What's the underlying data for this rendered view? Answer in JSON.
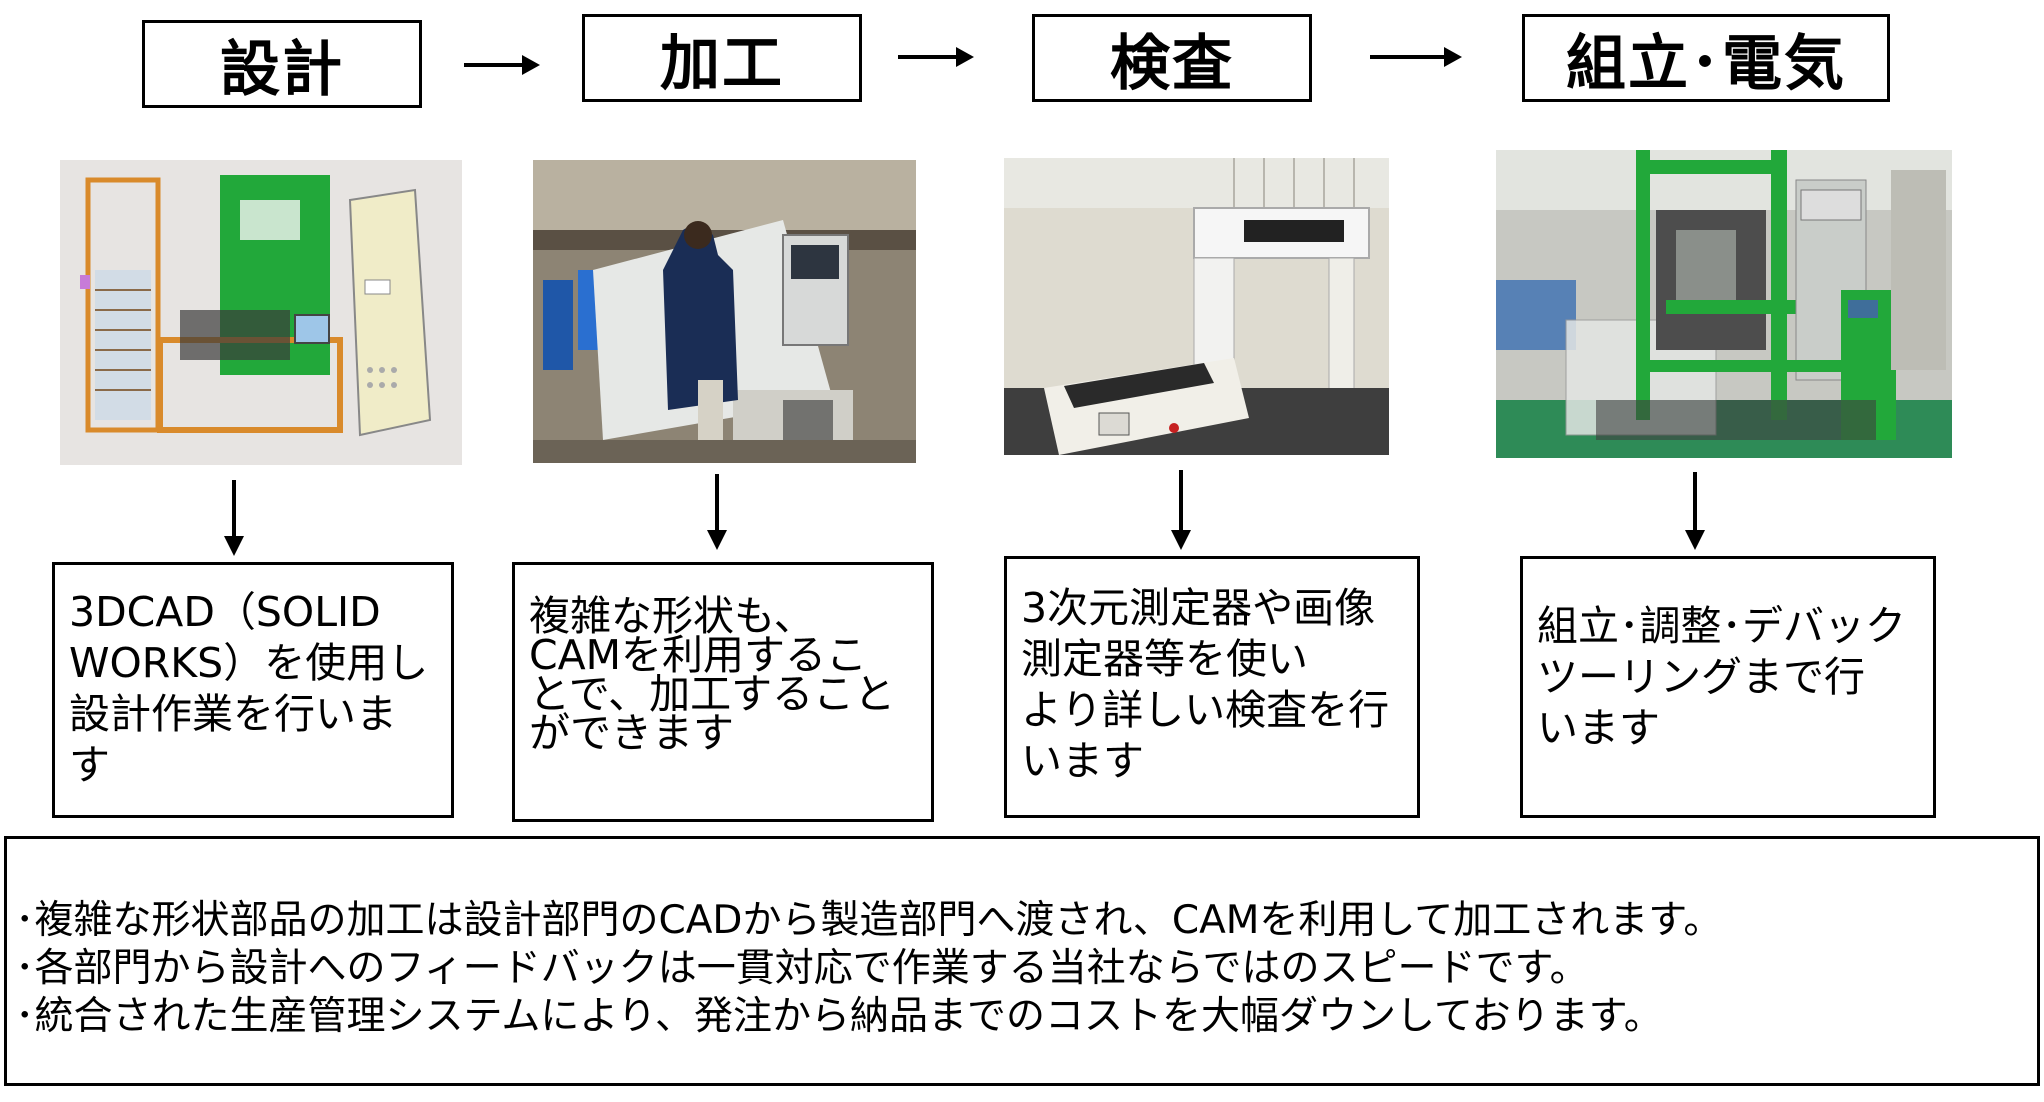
{
  "steps": [
    {
      "label": "設計"
    },
    {
      "label": "加工"
    },
    {
      "label": "検査"
    },
    {
      "label": "組立･電気"
    }
  ],
  "descriptions": [
    "3DCAD（SOLID\nWORKS）を使用し\n設計作業を行いま\nす",
    "複雑な形状も、\nCAMを利用するこ\nとで、加工すること\nができます",
    "3次元測定器や画像\n測定器等を使い\nより詳しい検査を行\nいます",
    "組立･調整･デバック\nツーリングまで行\nいます"
  ],
  "summary": [
    "･複雑な形状部品の加工は設計部門のCADから製造部門へ渡され、CAMを利用して加工されます。",
    "･各部門から設計へのフィードバックは一貫対応で作業する当社ならではのスピードです。",
    "･統合された生産管理システムにより、発注から納品までのコストを大幅ダウンしております。"
  ],
  "colors": {
    "machine_green": "#22a83a",
    "machine_frame": "#d98a2b",
    "floor_green": "#2e8b57"
  },
  "images": [
    "3d-cad-model-photo",
    "lathe-operator-photo",
    "cmm-inspection-photo",
    "assembled-machine-photo"
  ]
}
